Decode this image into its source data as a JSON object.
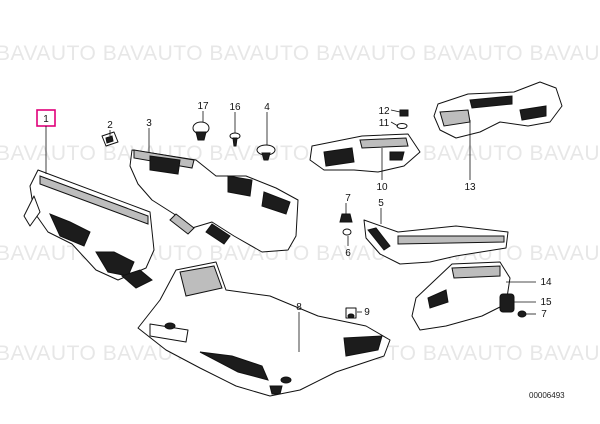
{
  "watermark": "BAVAUTO BAVAUTO BAVAUTO BAVAUTO BAVAUTO BAVAUTO",
  "reference_code": "00006493",
  "callouts": {
    "c1": "1",
    "c2": "2",
    "c3": "3",
    "c4": "4",
    "c5": "5",
    "c6": "6",
    "c7a": "7",
    "c7b": "7",
    "c8": "8",
    "c9": "9",
    "c10": "10",
    "c11": "11",
    "c12": "12",
    "c13": "13",
    "c14": "14",
    "c15": "15",
    "c16": "16",
    "c17": "17"
  }
}
